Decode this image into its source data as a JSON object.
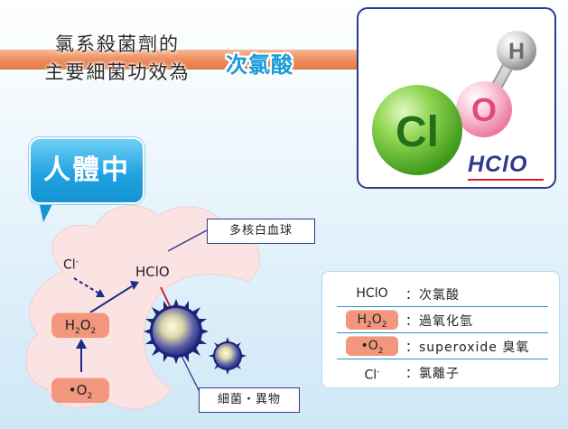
{
  "header": {
    "line1": "氯系殺菌劑的",
    "line2": "主要細菌功效為",
    "highlight": "次氯酸"
  },
  "molecule": {
    "atoms": {
      "chlorine": "Cl",
      "oxygen": "O",
      "hydrogen": "H"
    },
    "formula": "HClO"
  },
  "callout": {
    "label": "人體中"
  },
  "diagram": {
    "cell_label": "多核白血球",
    "microbe_label": "細菌・異物",
    "nodes": {
      "cl_minus_base": "Cl",
      "cl_minus_sup": "-",
      "hclo": "HClO",
      "h2o2_h": "H",
      "h2o2_2a": "2",
      "h2o2_o": "O",
      "h2o2_2b": "2",
      "o2_dot": "•O",
      "o2_sub": "2"
    }
  },
  "legend": {
    "rows": [
      {
        "key": "HClO",
        "desc": "：次氯酸"
      },
      {
        "key_parts": [
          "H",
          "2",
          "O",
          "2"
        ],
        "desc": "：過氧化氫"
      },
      {
        "key_parts": [
          "•O",
          "2"
        ],
        "desc": "：superoxide 臭氧"
      },
      {
        "key_parts": [
          "Cl",
          "-"
        ],
        "desc": "：氯離子"
      }
    ]
  },
  "colors": {
    "arrow": "#ee8a5a",
    "accent_blue": "#1a9ad8",
    "navy": "#2e3a8c",
    "pill": "#f2977d",
    "cell": "#fbe3e3",
    "chlorine": "#6fc23c",
    "oxygen": "#f07ea3",
    "hydrogen": "#b5b5b5",
    "underline_red": "#d21f2f"
  }
}
